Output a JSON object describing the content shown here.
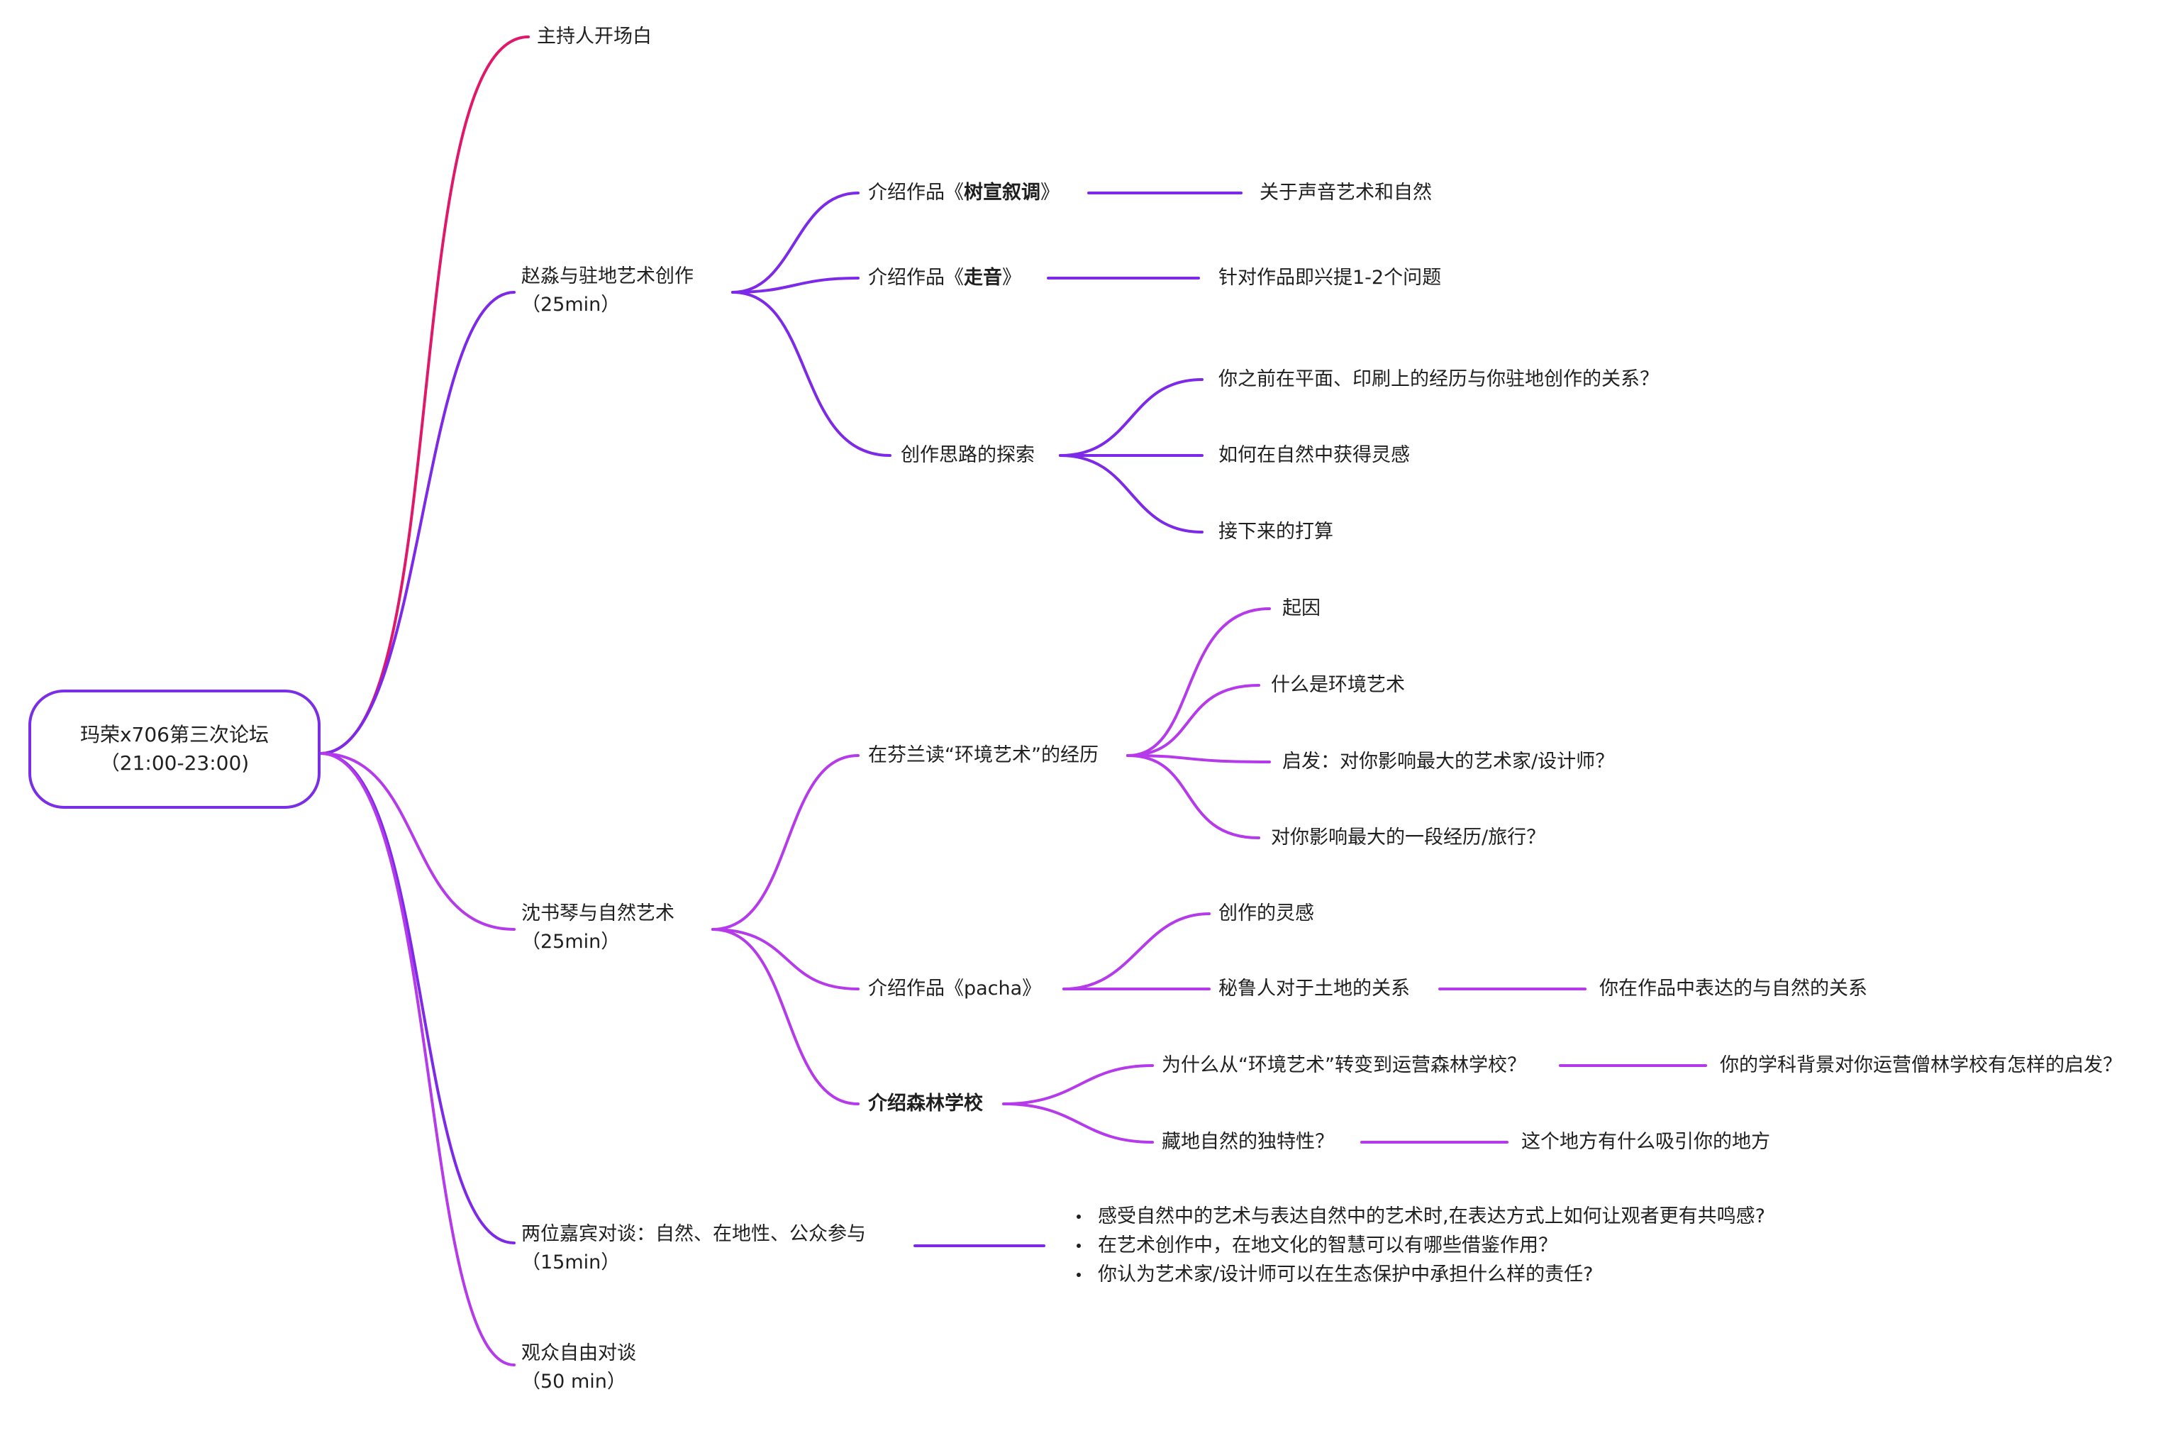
{
  "root": {
    "line1": "玛荣x706第三次论坛",
    "line2": "（21:00-23:00)"
  },
  "colors": {
    "pink": "#e0186a",
    "purple": "#7c2ae8",
    "violet": "#b43aea",
    "border": "#7a2ee6"
  },
  "topics": {
    "opening": "主持人开场白",
    "zhao": {
      "line1": "赵淼与驻地艺术创作",
      "line2": "（25min）"
    },
    "shen": {
      "line1": "沈书琴与自然艺术",
      "line2": "（25min）"
    },
    "dialogue": {
      "line1": "两位嘉宾对谈：自然、在地性、公众参与",
      "line2": "（15min）"
    },
    "audience": {
      "line1": "观众自由对谈",
      "line2": "（50 min）"
    }
  },
  "zhao": {
    "work1": {
      "prefix": "介绍作品《",
      "name": "树宣叙调",
      "suffix": "》",
      "detail": "关于声音艺术和自然"
    },
    "work2": {
      "prefix": "介绍作品《",
      "name": "走音",
      "suffix": "》",
      "detail": "针对作品即兴提1-2个问题"
    },
    "explore": {
      "label": "创作思路的探索",
      "items": [
        "你之前在平面、印刷上的经历与你驻地创作的关系？",
        "如何在自然中获得灵感",
        "接下来的打算"
      ]
    }
  },
  "shen": {
    "finland": {
      "label": "在芬兰读“环境艺术”的经历",
      "items": [
        "起因",
        "什么是环境艺术",
        "启发：对你影响最大的艺术家/设计师？",
        "对你影响最大的一段经历/旅行？"
      ]
    },
    "pacha": {
      "label": "介绍作品《pacha》",
      "inspiration": "创作的灵感",
      "land": "秘鲁人对于土地的关系",
      "land_detail": "你在作品中表达的与自然的关系"
    },
    "school": {
      "label": "介绍森林学校",
      "why": "为什么从“环境艺术”转变到运营森林学校？",
      "why_detail": "你的学科背景对你运营僧林学校有怎样的启发？",
      "unique": "藏地自然的独特性？",
      "unique_detail": "这个地方有什么吸引你的地方"
    }
  },
  "dialogue_points": [
    "感受自然中的艺术与表达自然中的艺术时,在表达方式上如何让观者更有共鸣感?",
    "在艺术创作中，在地文化的智慧可以有哪些借鉴作用？",
    "你认为艺术家/设计师可以在生态保护中承担什么样的责任?"
  ]
}
